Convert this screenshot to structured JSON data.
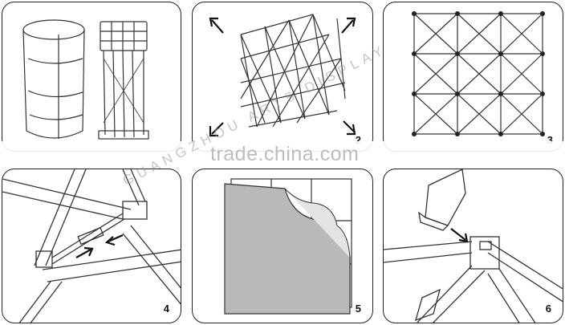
{
  "panels": [
    {
      "id": 1,
      "number": ""
    },
    {
      "id": 2,
      "number": "2"
    },
    {
      "id": 3,
      "number": "3"
    },
    {
      "id": 4,
      "number": "4"
    },
    {
      "id": 5,
      "number": "5"
    },
    {
      "id": 6,
      "number": "6"
    }
  ],
  "watermark": {
    "main": "trade.china.com",
    "diagonal": "GUANGZHOU ARTS DISPLAY"
  }
}
